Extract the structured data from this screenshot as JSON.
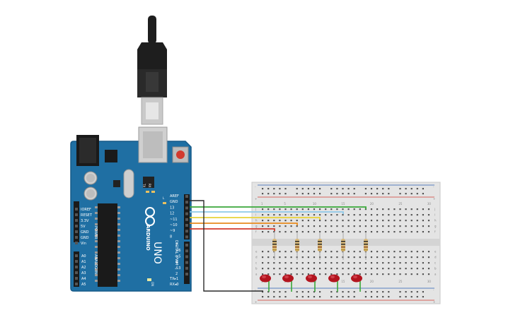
{
  "board": {
    "logo": "ARDUINO",
    "model": "UNO",
    "header_label": "DIGITAL (PWM~)",
    "power_label": "POWER",
    "analog_label": "ANALOG IN",
    "tx_label": "TX",
    "rx_label": "RX",
    "l_label": "L",
    "on_label": "ON",
    "tx_pin": "TX▸1",
    "rx_pin": "RX◂0",
    "digital_top": [
      "AREF",
      "GND",
      "13",
      "12",
      "~11",
      "~10",
      "~9",
      "8"
    ],
    "digital_bottom": [
      "7",
      "~6",
      "~5",
      "4",
      "~3",
      "2"
    ],
    "power_pins": [
      "IOREF",
      "RESET",
      "3.3V",
      "5V",
      "GND",
      "GND",
      "Vin"
    ],
    "analog_pins": [
      "A0",
      "A1",
      "A2",
      "A3",
      "A4",
      "A5"
    ]
  },
  "breadboard": {
    "row_letters_top": [
      "j",
      "i",
      "h",
      "g",
      "f"
    ],
    "row_letters_bottom": [
      "e",
      "d",
      "c",
      "b",
      "a"
    ],
    "column_numbers": [
      "1",
      "5",
      "10",
      "15",
      "20",
      "25",
      "30"
    ],
    "rail_plus": "+",
    "rail_minus": "-"
  },
  "wires": [
    {
      "pin": "13",
      "color": "#3aa83a"
    },
    {
      "pin": "12",
      "color": "#8ec9e8"
    },
    {
      "pin": "~11",
      "color": "#e8d23a"
    },
    {
      "pin": "~10",
      "color": "#e88a1e"
    },
    {
      "pin": "~9",
      "color": "#d23a2e"
    },
    {
      "pin": "GND",
      "color": "#2a2a2a"
    }
  ],
  "colors": {
    "board_blue": "#1f6fa3",
    "board_dark": "#175a88",
    "led_red": "#b3141f",
    "rail_red": "#d23a2e",
    "rail_blue": "#2a5fb3",
    "resistor_body": "#d9b97a"
  }
}
